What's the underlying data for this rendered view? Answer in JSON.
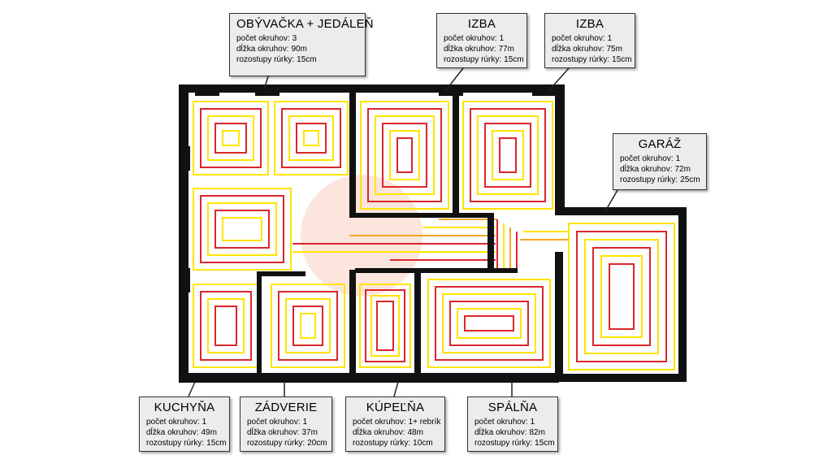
{
  "labels": {
    "count": "počet okruhov:",
    "length": "dĺžka okruhov:",
    "spacing": "rozostupy rúrky:"
  },
  "rooms": [
    {
      "id": "obyvacka",
      "title": "OBÝVAČKA + JEDÁLEŇ",
      "count": "3",
      "length": "90m",
      "spacing": "15cm"
    },
    {
      "id": "izba1",
      "title": "IZBA",
      "count": "1",
      "length": "77m",
      "spacing": "15cm"
    },
    {
      "id": "izba2",
      "title": "IZBA",
      "count": "1",
      "length": "75m",
      "spacing": "15cm"
    },
    {
      "id": "garaz",
      "title": "GARÁŽ",
      "count": "1",
      "length": "72m",
      "spacing": "25cm"
    },
    {
      "id": "kuchyna",
      "title": "KUCHYŇA",
      "count": "1",
      "length": "49m",
      "spacing": "15cm"
    },
    {
      "id": "zadverie",
      "title": "ZÁDVERIE",
      "count": "1",
      "length": "37m",
      "spacing": "20cm"
    },
    {
      "id": "kupelna",
      "title": "KÚPEĽŇA",
      "count": "1+ rebrík",
      "length": "48m",
      "spacing": "10cm"
    },
    {
      "id": "spalna",
      "title": "SPÁLŇA",
      "count": "1",
      "length": "82m",
      "spacing": "15cm"
    }
  ],
  "colors": {
    "wall": "#111111",
    "pipe_red": "#d9262c",
    "pipe_yellow": "#ffe400",
    "pipe_orange": "#f5a623",
    "box_bg": "#ececec",
    "watermark": "#f7c9b8"
  }
}
